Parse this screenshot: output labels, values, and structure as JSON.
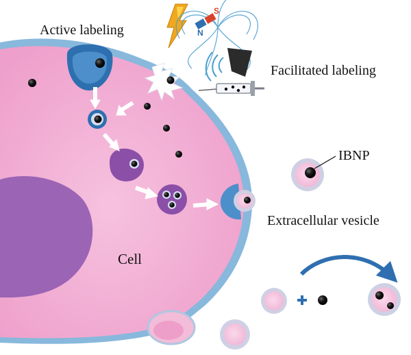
{
  "labels": {
    "active_labeling": "Active labeling",
    "facilitated_labeling": "Facilitated labeling",
    "ibnp": "IBNP",
    "extracellular_vesicle": "Extracellular vesicle",
    "cell": "Cell"
  },
  "magnet_poles": {
    "north": "N",
    "south": "S"
  },
  "icons": [
    "lightning-icon",
    "magnet-icon",
    "ultrasound-icon",
    "syringe-icon",
    "arrow-icon",
    "plus-icon"
  ],
  "colors": {
    "cell_body": "#f2b4d6",
    "cell_outline": "#7fb2d8",
    "nucleus": "#9b64b4",
    "vesicle_fill": "#f6c6e0",
    "vesicle_ring": "#cfd0e4",
    "nanoparticle": "#121212",
    "arrow_blue": "#4a86c0",
    "lightning": "#f0a81e"
  }
}
